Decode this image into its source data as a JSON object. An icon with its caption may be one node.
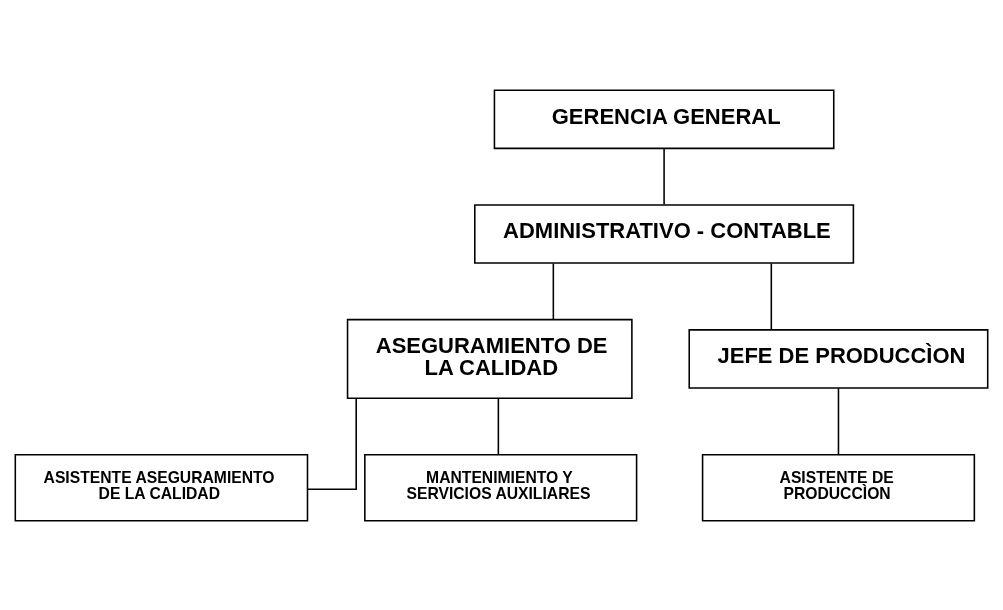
{
  "diagram": {
    "nodes": [
      {
        "text": [
          "GERENCIA GENERAL"
        ]
      },
      {
        "text": [
          "ADMINISTRATIVO - CONTABLE"
        ]
      },
      {
        "text": [
          "ASEGURAMIENTO DE LA CALIDAD"
        ]
      },
      {
        "text": [
          "JEFE DE PRODUCCÌON"
        ]
      },
      {
        "text": [
          "ASISTENTE ASEGURAMIENTO DE LA CALIDAD"
        ]
      },
      {
        "text": [
          "MANTENIMIENTO Y SERVICIOS AUXILIARES"
        ]
      },
      {
        "text": [
          "ASISTENTE DE PRODUCCÌON"
        ]
      }
    ],
    "edges": [
      {
        "from": 0,
        "to": 1,
        "arrow": "none"
      },
      {
        "from": 1,
        "to": 2,
        "arrow": "none"
      },
      {
        "from": 1,
        "to": 3,
        "arrow": "none"
      },
      {
        "from": 2,
        "to": 4,
        "arrow": "none"
      },
      {
        "from": 2,
        "to": 5,
        "arrow": "none"
      },
      {
        "from": 3,
        "to": 6,
        "arrow": "none"
      }
    ]
  }
}
